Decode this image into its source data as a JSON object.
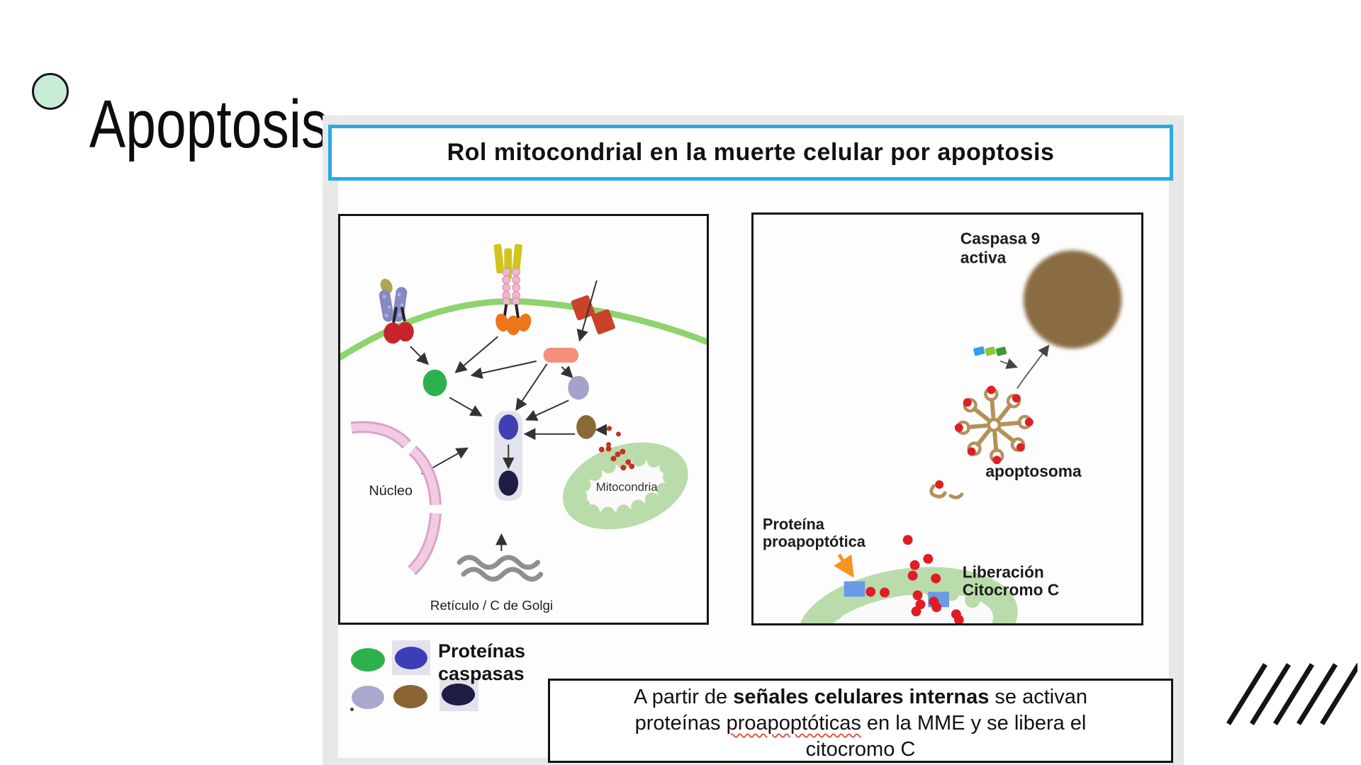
{
  "slide": {
    "title": "Apoptosis",
    "bullet_color": "#c9ecd7"
  },
  "figure": {
    "title": "Rol mitocondrial en la muerte celular por apoptosis",
    "title_border_color": "#29abe2",
    "left_panel": {
      "nucleus_label": "Núcleo",
      "mitochondria_label": "Mitocondria",
      "golgi_label": "Retículo / C de Golgi"
    },
    "right_panel": {
      "caspase_label_line1": "Caspasa 9",
      "caspase_label_line2": "activa",
      "apoptosome_label": "apoptosoma",
      "proapoptotic_label_line1": "Proteína",
      "proapoptotic_label_line2": "proapoptótica",
      "release_label_line1": "Liberación",
      "release_label_line2": "Citocromo C"
    },
    "legend": {
      "label_line1": "Proteínas",
      "label_line2": "caspasas"
    },
    "caption": {
      "line1_pre": "A partir de ",
      "line1_bold": "señales celulares internas",
      "line1_post": " se activan",
      "line2_pre": "proteínas ",
      "line2_underlined": "proapoptóticas",
      "line2_post": " en la MME y se libera el",
      "line3": "citocromo C"
    },
    "colors": {
      "membrane_green": "#8ed36e",
      "mitochondria_green": "#b9dcaa",
      "caspase_green": "#2cb14e",
      "caspase_blue": "#4040b0",
      "caspase_lavender": "#a2a2cc",
      "caspase_brown": "#8a6a34",
      "caspase_navy": "#1e1e44",
      "cytochrome_red": "#e01c24",
      "proapoptotic_blue": "#6b9ae8",
      "nucleus_pink": "#f2cbe3",
      "caspase9_brown": "#8a6c42",
      "apoptosome_tan": "#b3915a",
      "highlight_orange": "#f7941d",
      "receptor_salmon": "#f48f7a"
    }
  }
}
